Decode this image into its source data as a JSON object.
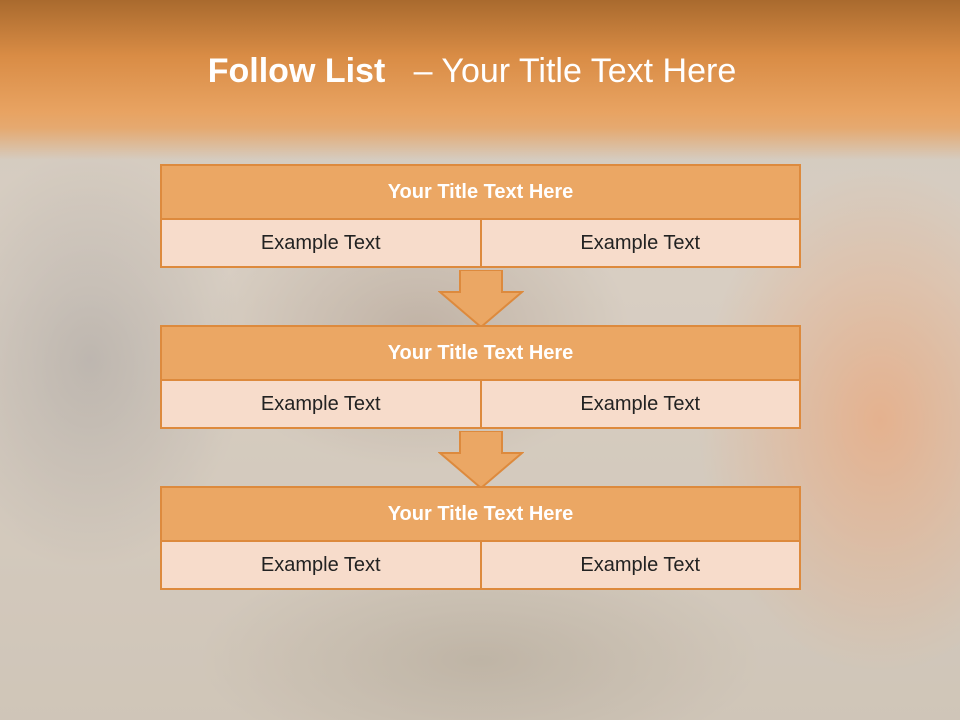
{
  "slide": {
    "title_bold": "Follow List",
    "title_rest": "– Your Title Text Here"
  },
  "blocks": [
    {
      "title": "Your Title Text Here",
      "left": "Example Text",
      "right": "Example Text"
    },
    {
      "title": "Your Title Text Here",
      "left": "Example Text",
      "right": "Example Text"
    },
    {
      "title": "Your Title Text Here",
      "left": "Example Text",
      "right": "Example Text"
    }
  ],
  "colors": {
    "accent": "#e8a362",
    "border": "#dd8a3d",
    "cell": "#f7dccb"
  }
}
